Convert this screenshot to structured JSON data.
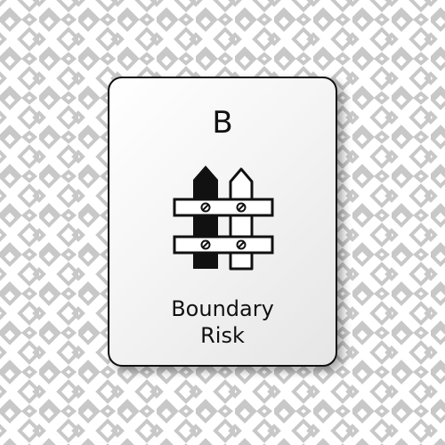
{
  "card": {
    "letter": "B",
    "title_line1": "Boundary",
    "title_line2": "Risk",
    "icon": "fence-icon"
  },
  "colors": {
    "pattern": "#c8c8c8",
    "background": "#ffffff",
    "card_border": "#111111",
    "ink": "#111111"
  }
}
